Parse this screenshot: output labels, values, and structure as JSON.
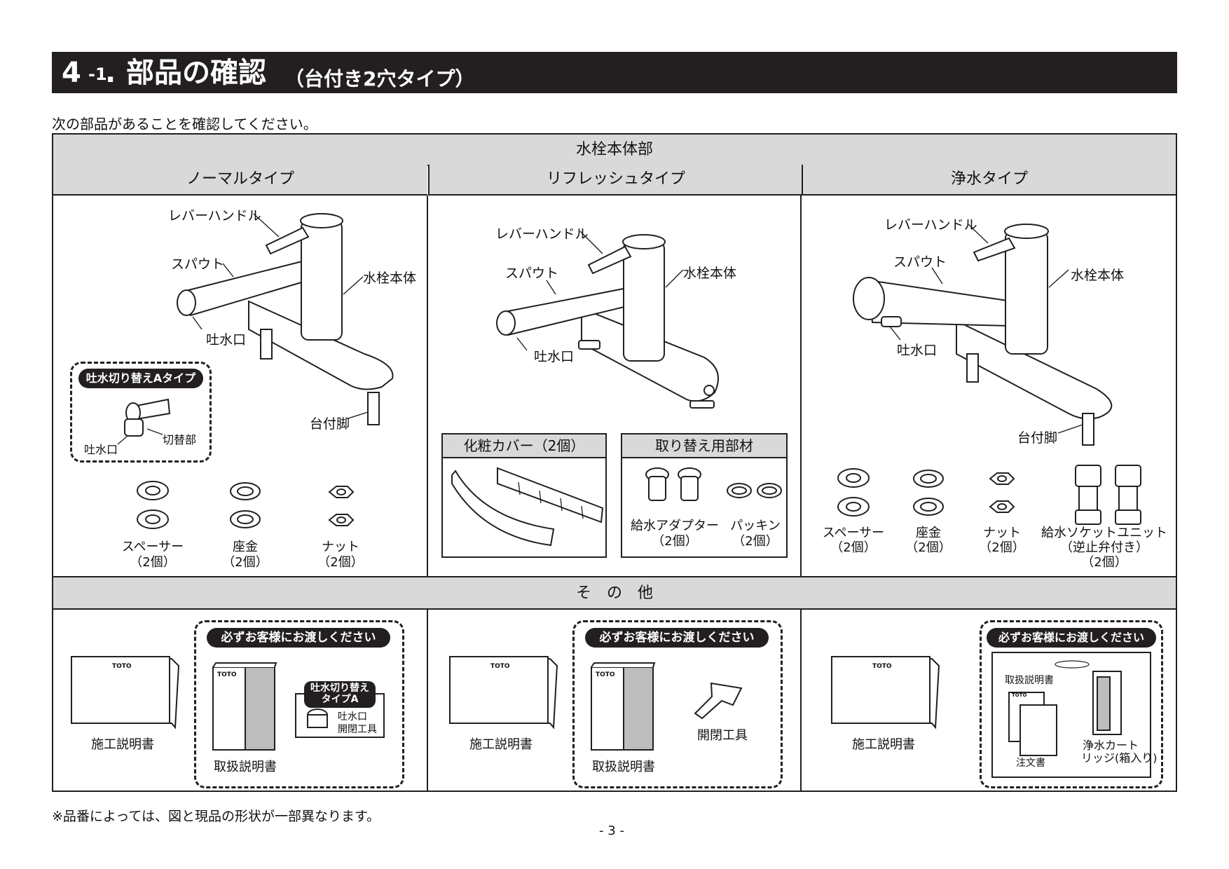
{
  "header": {
    "number": "4",
    "sub_number": "-1",
    "period": ".",
    "title": "部品の確認",
    "title_paren": "（台付き2穴タイプ）"
  },
  "intro": "次の部品があることを確認してください。",
  "table": {
    "body_header": "水栓本体部",
    "columns": [
      "ノーマルタイプ",
      "リフレッシュタイプ",
      "浄水タイプ"
    ],
    "normal": {
      "labels": {
        "lever": "レバーハンドル",
        "spout": "スパウト",
        "body": "水栓本体",
        "outlet": "吐水口",
        "leg": "台付脚"
      },
      "switch_box": {
        "title": "吐水切り替えAタイプ",
        "outlet": "吐水口",
        "switch": "切替部"
      },
      "parts": [
        {
          "name": "スペーサー",
          "qty": "（2個）"
        },
        {
          "name": "座金",
          "qty": "（2個）"
        },
        {
          "name": "ナット",
          "qty": "（2個）"
        }
      ]
    },
    "refresh": {
      "labels": {
        "lever": "レバーハンドル",
        "spout": "スパウト",
        "body": "水栓本体",
        "outlet": "吐水口"
      },
      "cover_box": {
        "title": "化粧カバー（2個）"
      },
      "replace_box": {
        "title": "取り替え用部材",
        "adapter": "給水アダプター",
        "adapter_qty": "（2個）",
        "packing": "パッキン",
        "packing_qty": "（2個）"
      }
    },
    "purifier": {
      "labels": {
        "lever": "レバーハンドル",
        "spout": "スパウト",
        "body": "水栓本体",
        "outlet": "吐水口",
        "leg": "台付脚"
      },
      "parts": [
        {
          "name": "スペーサー",
          "qty": "（2個）"
        },
        {
          "name": "座金",
          "qty": "（2個）"
        },
        {
          "name": "ナット",
          "qty": "（2個）"
        }
      ],
      "socket": {
        "name": "給水ソケットユニット",
        "note": "（逆止弁付き）",
        "qty": "（2個）"
      }
    },
    "other_header": "そ　の　他",
    "others": [
      {
        "install_manual": "施工説明書",
        "must_hand": "必ずお客様にお渡しください",
        "user_manual": "取扱説明書",
        "tool_tag_line1": "吐水切り替え",
        "tool_tag_line2": "タイプA",
        "tool_line1": "吐水口",
        "tool_line2": "開閉工具"
      },
      {
        "install_manual": "施工説明書",
        "must_hand": "必ずお客様にお渡しください",
        "user_manual": "取扱説明書",
        "tool": "開閉工具"
      },
      {
        "install_manual": "施工説明書",
        "must_hand": "必ずお客様にお渡しください",
        "user_manual": "取扱説明書",
        "order_form": "注文書",
        "cartridge_line1": "浄水カート",
        "cartridge_line2": "リッジ(箱入り)"
      }
    ],
    "brand": "TOTO"
  },
  "footnote": "※品番によっては、図と現品の形状が一部異なります。",
  "page": "- 3 -"
}
